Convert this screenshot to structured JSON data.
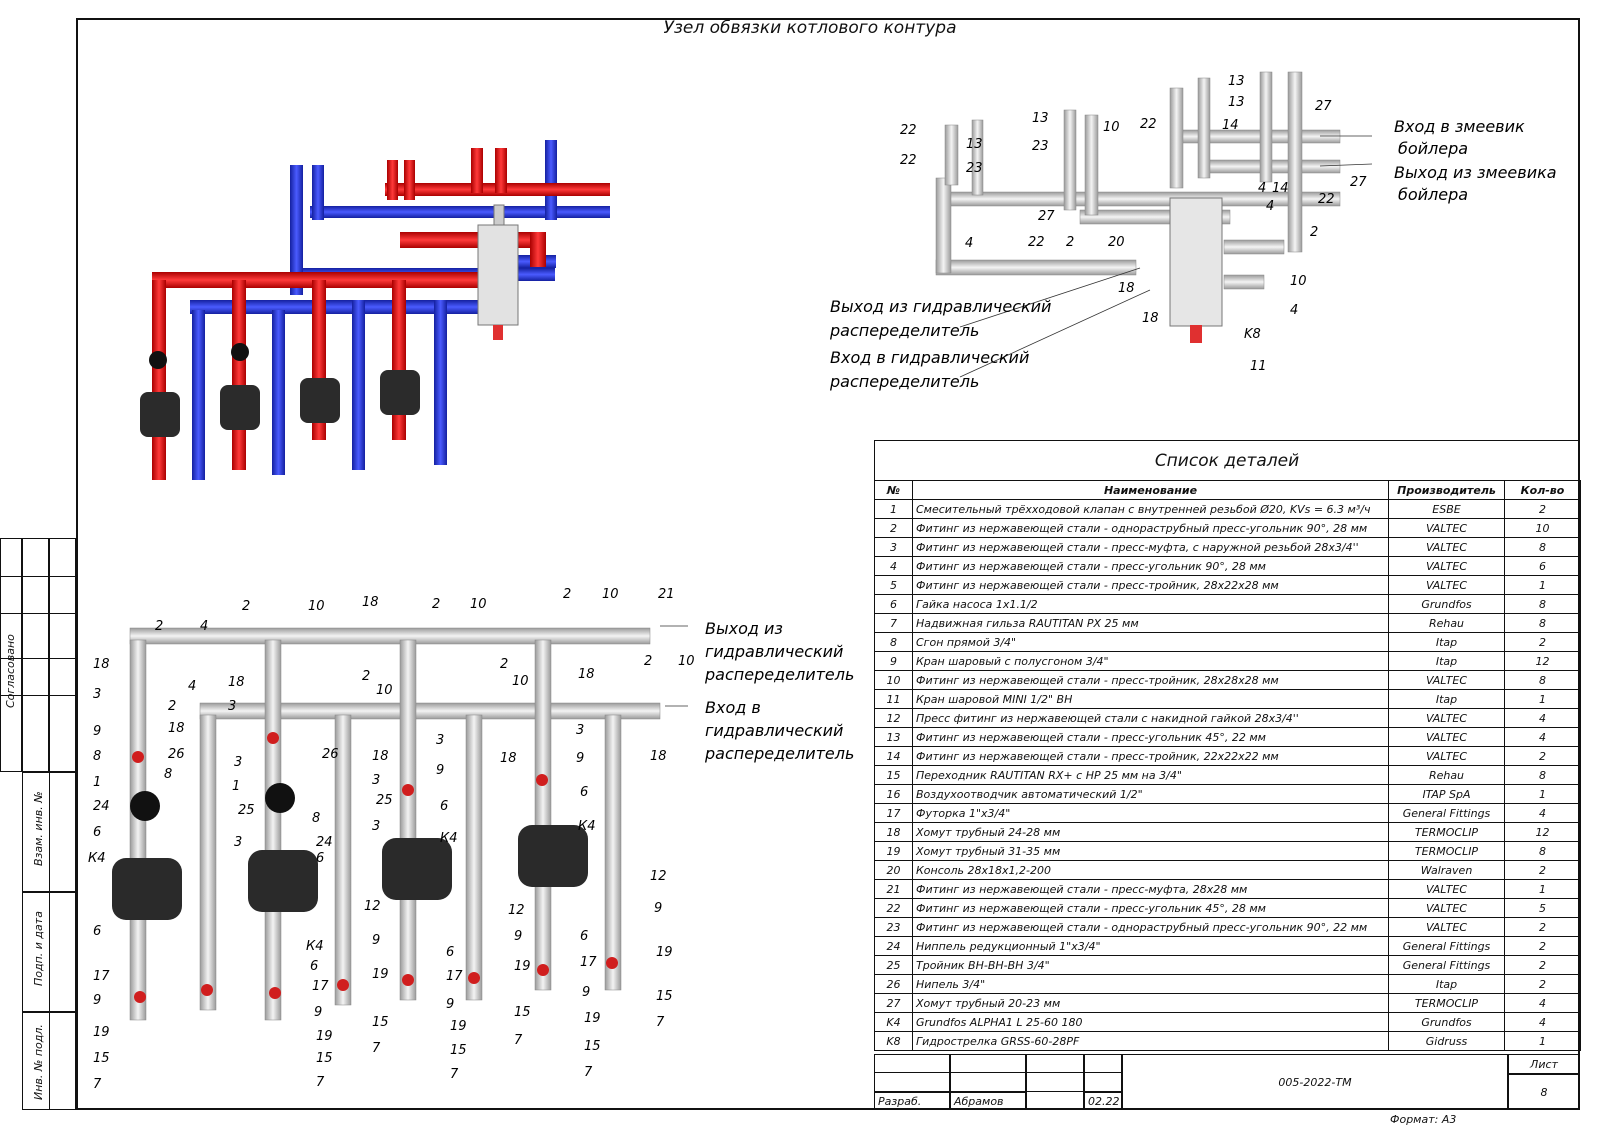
{
  "title": "Узел обвязки котлового контура",
  "side_stamp": {
    "agreed": "Согласовано",
    "replace_inv": "Взам. инв. №",
    "sign_date": "Подп. и дата",
    "inv_no": "Инв. № подл."
  },
  "callouts": {
    "boiler_coil_in": [
      "Вход в змеевик",
      "бойлера"
    ],
    "boiler_coil_out": [
      "Выход из змеевика",
      "бойлера"
    ],
    "hydro_out_top": [
      "Выход из гидравлический",
      "распеределитель"
    ],
    "hydro_in_top": [
      "Вход в гидравлический",
      "распеределитель"
    ],
    "hydro_out_bottom": [
      "Выход из",
      "гидравлический",
      "распеределитель"
    ],
    "hydro_in_bottom": [
      "Вход в",
      "гидравлический",
      "распеределитель"
    ]
  },
  "parts": {
    "caption": "Список деталей",
    "headers": [
      "№",
      "Наименование",
      "Производитель",
      "Кол-во"
    ],
    "rows": [
      [
        "1",
        "Смесительный трёхходовой клапан с внутренней резьбой Ø20, KVs = 6.3 м³/ч",
        "ESBE",
        "2"
      ],
      [
        "2",
        "Фитинг из нержавеющей стали - однораструбный пресс-угольник 90°, 28 мм",
        "VALTEC",
        "10"
      ],
      [
        "3",
        "Фитинг из нержавеющей стали - пресс-муфта, с наружной резьбой 28x3/4''",
        "VALTEC",
        "8"
      ],
      [
        "4",
        "Фитинг из нержавеющей стали - пресс-угольник 90°, 28 мм",
        "VALTEC",
        "6"
      ],
      [
        "5",
        "Фитинг из нержавеющей стали - пресс-тройник, 28x22x28 мм",
        "VALTEC",
        "1"
      ],
      [
        "6",
        "Гайка насоса 1x1.1/2",
        "Grundfos",
        "8"
      ],
      [
        "7",
        "Надвижная гильза RAUTITAN PX 25 мм",
        "Rehau",
        "8"
      ],
      [
        "8",
        "Сгон прямой 3/4\"",
        "Itap",
        "2"
      ],
      [
        "9",
        "Кран шаровый с полусгоном 3/4\"",
        "Itap",
        "12"
      ],
      [
        "10",
        "Фитинг из нержавеющей стали - пресс-тройник, 28x28x28 мм",
        "VALTEC",
        "8"
      ],
      [
        "11",
        "Кран шаровой MINI 1/2\" ВН",
        "Itap",
        "1"
      ],
      [
        "12",
        "Пресс фитинг из нержавеющей стали с накидной гайкой 28x3/4''",
        "VALTEC",
        "4"
      ],
      [
        "13",
        "Фитинг из нержавеющей стали - пресс-угольник 45°, 22 мм",
        "VALTEC",
        "4"
      ],
      [
        "14",
        "Фитинг из нержавеющей стали - пресс-тройник, 22x22x22 мм",
        "VALTEC",
        "2"
      ],
      [
        "15",
        "Переходник RAUTITAN RX+ с НР 25 мм на 3/4\"",
        "Rehau",
        "8"
      ],
      [
        "16",
        "Воздухоотводчик автоматический 1/2\"",
        "ITAP SpA",
        "1"
      ],
      [
        "17",
        "Футорка 1\"x3/4\"",
        "General Fittings",
        "4"
      ],
      [
        "18",
        "Хомут трубный 24-28 мм",
        "TERMOCLIP",
        "12"
      ],
      [
        "19",
        "Хомут трубный 31-35 мм",
        "TERMOCLIP",
        "8"
      ],
      [
        "20",
        "Консоль 28x18x1,2-200",
        "Walraven",
        "2"
      ],
      [
        "21",
        "Фитинг из нержавеющей стали - пресс-муфта, 28x28 мм",
        "VALTEC",
        "1"
      ],
      [
        "22",
        "Фитинг из нержавеющей стали - пресс-угольник 45°, 28 мм",
        "VALTEC",
        "5"
      ],
      [
        "23",
        "Фитинг из нержавеющей стали - однораструбный пресс-угольник 90°, 22 мм",
        "VALTEC",
        "2"
      ],
      [
        "24",
        "Ниппель редукционный 1\"x3/4\"",
        "General Fittings",
        "2"
      ],
      [
        "25",
        "Тройник ВН-ВН-ВН 3/4\"",
        "General Fittings",
        "2"
      ],
      [
        "26",
        "Нипель 3/4\"",
        "Itap",
        "2"
      ],
      [
        "27",
        "Хомут трубный 20-23 мм",
        "TERMOCLIP",
        "4"
      ],
      [
        "K4",
        "Grundfos ALPHA1 L 25-60 180",
        "Grundfos",
        "4"
      ],
      [
        "K8",
        "Гидрострелка GRSS-60-28PF",
        "Gidruss",
        "1"
      ]
    ]
  },
  "stamp": {
    "sheet_label": "Лист",
    "sheet_no": "8",
    "doc_code": "005-2022-ТМ",
    "developed_label": "Разраб.",
    "author": "Абрамов",
    "date": "02.22"
  },
  "format": "Формат: А3",
  "colors": {
    "supply": "#e01f1f",
    "return": "#2233dd",
    "pipe": "#d8d8d8",
    "pump": "#2b2b2b"
  }
}
